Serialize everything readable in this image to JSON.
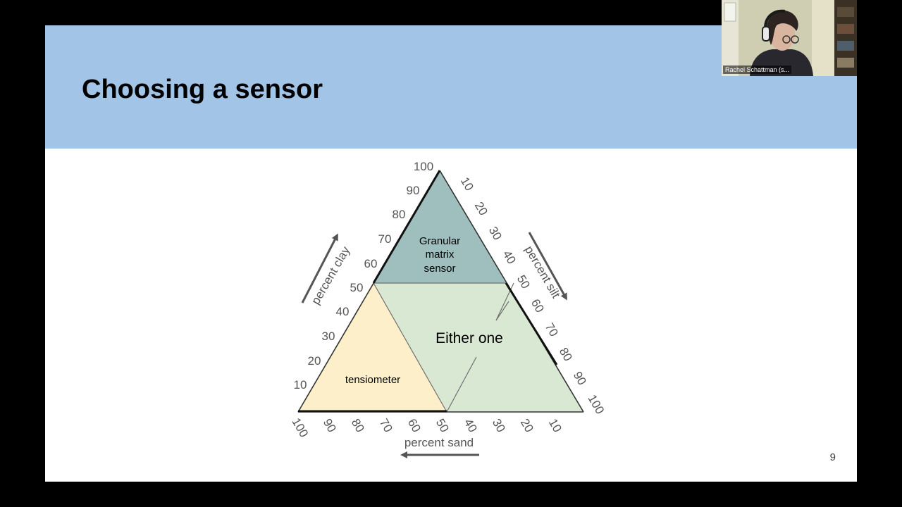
{
  "slide": {
    "title": "Choosing a sensor",
    "page_number": "9"
  },
  "diagram": {
    "clay_ticks": [
      "10",
      "20",
      "30",
      "40",
      "50",
      "60",
      "70",
      "80",
      "90",
      "100"
    ],
    "silt_ticks": [
      "10",
      "20",
      "30",
      "40",
      "50",
      "60",
      "70",
      "80",
      "90",
      "100"
    ],
    "sand_ticks": [
      "100",
      "90",
      "80",
      "70",
      "60",
      "50",
      "40",
      "30",
      "20",
      "10"
    ],
    "axis_labels": {
      "clay": "percent clay",
      "silt": "percent silt",
      "sand": "percent sand"
    },
    "regions": {
      "granular_lines": [
        "Granular",
        "matrix",
        "sensor"
      ],
      "either": "Either one",
      "tensiometer": "tensiometer"
    },
    "colors": {
      "granular": "#9fbfbf",
      "either": "#d8e8d2",
      "tensiometer": "#fcefc9",
      "header": "#a2c4e6"
    }
  },
  "webcam": {
    "name": "Rachel Schattman (s..."
  }
}
